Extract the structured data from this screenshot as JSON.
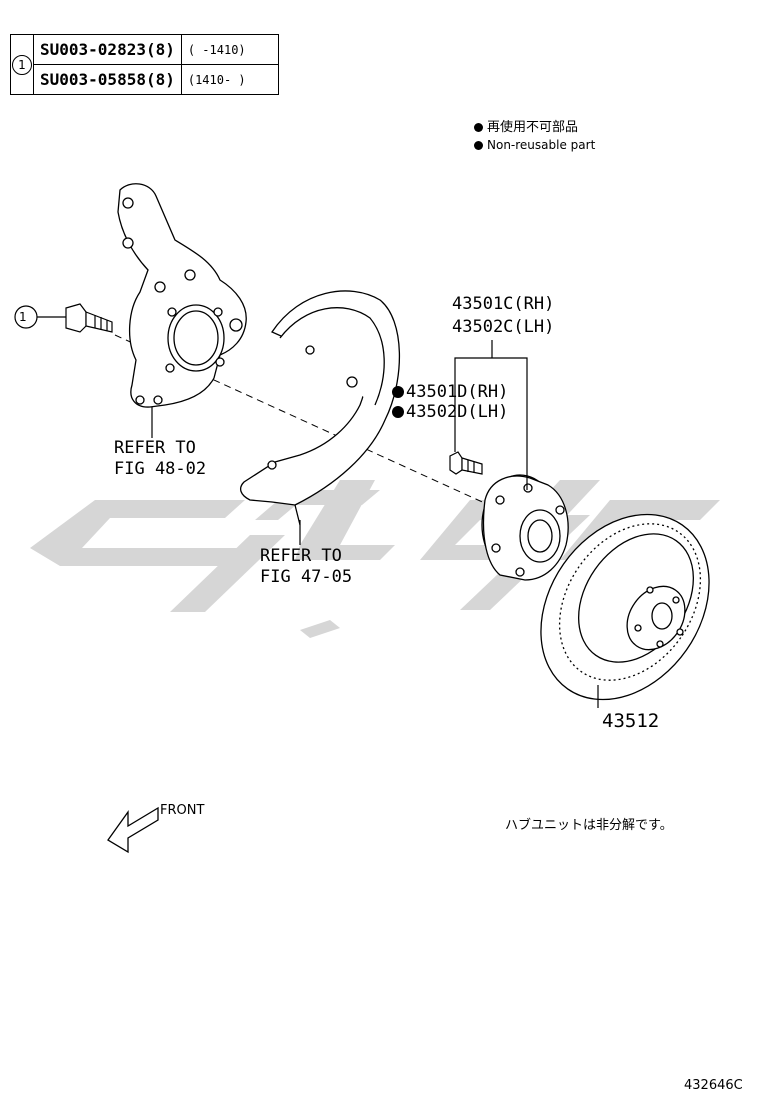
{
  "ref_table": {
    "ref_number": "1",
    "rows": [
      {
        "part_no": "SU003-02823(8)",
        "range": "(     -1410)"
      },
      {
        "part_no": "SU003-05858(8)",
        "range": "(1410-      )"
      }
    ]
  },
  "legend": {
    "jp": "再使用不可部品",
    "en": "Non-reusable part"
  },
  "labels": {
    "bolt_ref": "1",
    "hub_rh": "43501C(RH)",
    "hub_lh": "43502C(LH)",
    "bolt_rh": "43501D(RH)",
    "bolt_lh": "43502D(LH)",
    "knuckle_ref_1": "REFER TO",
    "knuckle_ref_2": "FIG 48-02",
    "cover_ref_1": "REFER TO",
    "cover_ref_2": "FIG 47-05",
    "disc": "43512",
    "front": "FRONT",
    "note_jp": "ハブユニットは非分解です。",
    "figure_id": "432646C"
  },
  "colors": {
    "line": "#000000",
    "watermark": "#d6d6d6"
  }
}
